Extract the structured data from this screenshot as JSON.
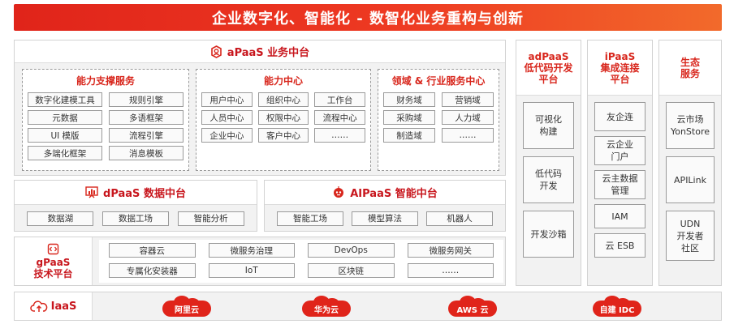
{
  "banner": "企业数字化、智能化 - 数智化业务重构与创新",
  "apaas": {
    "title": "aPaaS 业务中台",
    "support": {
      "title": "能力支撑服务",
      "items": [
        "数字化建模工具",
        "规则引擎",
        "元数据",
        "多语框架",
        "UI 模版",
        "流程引擎",
        "多端化框架",
        "消息模板"
      ]
    },
    "center": {
      "title": "能力中心",
      "items": [
        "用户中心",
        "组织中心",
        "工作台",
        "人员中心",
        "权限中心",
        "流程中心",
        "企业中心",
        "客户中心",
        "……"
      ]
    },
    "domain": {
      "title": "领域 & 行业服务中心",
      "items": [
        "财务域",
        "营销域",
        "采购域",
        "人力域",
        "制造域",
        "……"
      ]
    }
  },
  "dpaas": {
    "title": "dPaaS 数据中台",
    "items": [
      "数据湖",
      "数据工场",
      "智能分析"
    ]
  },
  "aipaas": {
    "title": "AIPaaS 智能中台",
    "items": [
      "智能工场",
      "模型算法",
      "机器人"
    ]
  },
  "gpaas": {
    "title_line1": "gPaaS",
    "title_line2": "技术平台",
    "items": [
      "容器云",
      "微服务治理",
      "DevOps",
      "微服务网关",
      "专属化安装器",
      "IoT",
      "区块链",
      "……"
    ]
  },
  "iaas": {
    "title": "IaaS",
    "items": [
      "阿里云",
      "华为云",
      "AWS 云",
      "自建 IDC"
    ]
  },
  "adpaas": {
    "title_lines": [
      "adPaaS",
      "低代码开发",
      "平台"
    ],
    "items": [
      [
        "可视化",
        "构建"
      ],
      [
        "低代码",
        "开发"
      ],
      [
        "开发沙箱"
      ]
    ]
  },
  "ipaas": {
    "title_lines": [
      "iPaaS",
      "集成连接",
      "平台"
    ],
    "items": [
      [
        "友企连"
      ],
      [
        "云企业",
        "门户"
      ],
      [
        "云主数据",
        "管理"
      ],
      [
        "IAM"
      ],
      [
        "云 ESB"
      ]
    ]
  },
  "eco": {
    "title_lines": [
      "生态",
      "服务"
    ],
    "items": [
      [
        "云市场",
        "YonStore"
      ],
      [
        "APILink"
      ],
      [
        "UDN",
        "开发者",
        "社区"
      ]
    ]
  },
  "colors": {
    "accent": "#d8261c",
    "banner_start": "#e0241a",
    "banner_end": "#f26a2b",
    "panel": "#f2f2f2"
  }
}
